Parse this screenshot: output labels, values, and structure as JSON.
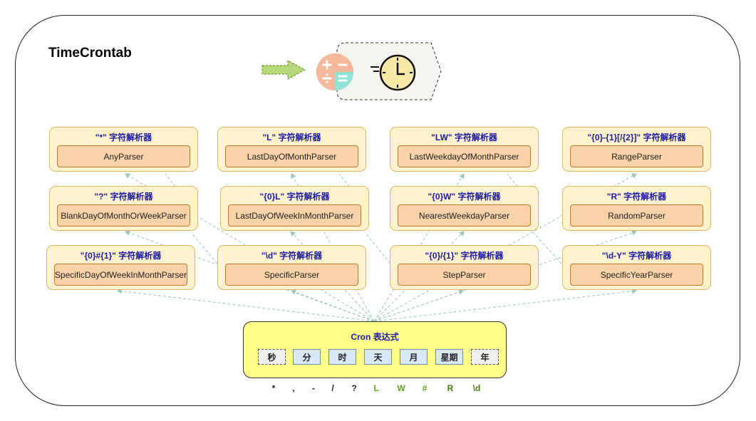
{
  "app": {
    "title": "TimeCrontab"
  },
  "icons": [
    "arrow-right-icon",
    "calculator-icon",
    "clock-icon"
  ],
  "colors": {
    "group_fill": "#fff2cc",
    "group_border": "#e0b75a",
    "parser_fill": "#f9d3a8",
    "parser_border": "#c17b2e",
    "cron_fill": "#ffff88",
    "field_fill": "#dae8fc",
    "title_text": "#1a1aa6",
    "connector": "#9ac7bf"
  },
  "groups": [
    {
      "title": "\"*\" 字符解析器",
      "parser": "AnyParser"
    },
    {
      "title": "\"L\" 字符解析器",
      "parser": "LastDayOfMonthParser"
    },
    {
      "title": "\"LW\" 字符解析器",
      "parser": "LastWeekdayOfMonthParser"
    },
    {
      "title": "\"{0}-{1}[/{2}]\" 字符解析器",
      "parser": "RangeParser"
    },
    {
      "title": "\"?\" 字符解析器",
      "parser": "BlankDayOfMonthOrWeekParser"
    },
    {
      "title": "\"{0}L\" 字符解析器",
      "parser": "LastDayOfWeekInMonthParser"
    },
    {
      "title": "\"{0}W\" 字符解析器",
      "parser": "NearestWeekdayParser"
    },
    {
      "title": "\"R\" 字符解析器",
      "parser": "RandomParser"
    },
    {
      "title": "\"{0}#{1}\" 字符解析器",
      "parser": "SpecificDayOfWeekInMonthParser"
    },
    {
      "title": "\"\\d\" 字符解析器",
      "parser": "SpecificParser"
    },
    {
      "title": "\"{0}/{1}\" 字符解析器",
      "parser": "StepParser"
    },
    {
      "title": "\"\\d-Y\" 字符解析器",
      "parser": "SpecificYearParser"
    }
  ],
  "cron": {
    "title": "Cron 表达式",
    "fields": [
      {
        "label": "秒",
        "optional": true
      },
      {
        "label": "分",
        "optional": false
      },
      {
        "label": "时",
        "optional": false
      },
      {
        "label": "天",
        "optional": false
      },
      {
        "label": "月",
        "optional": false
      },
      {
        "label": "星期",
        "optional": false
      },
      {
        "label": "年",
        "optional": true
      }
    ]
  },
  "symbols": [
    {
      "text": "*",
      "color": "#222222"
    },
    {
      "text": ",",
      "color": "#222222"
    },
    {
      "text": "-",
      "color": "#222222"
    },
    {
      "text": "/",
      "color": "#222222"
    },
    {
      "text": "?",
      "color": "#222222"
    },
    {
      "text": "L",
      "color": "#60a917"
    },
    {
      "text": "W",
      "color": "#60a917"
    },
    {
      "text": "#",
      "color": "#60a917"
    },
    {
      "text": "R",
      "color": "#4d7a14"
    },
    {
      "text": "\\d",
      "color": "#4d7a14"
    }
  ]
}
